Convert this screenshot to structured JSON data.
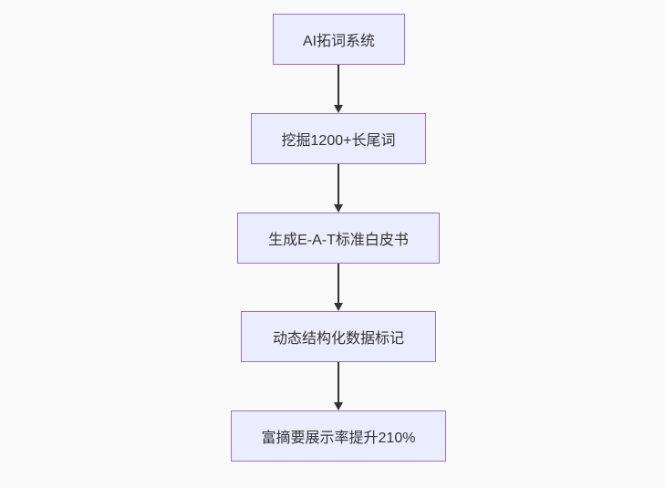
{
  "diagram": {
    "type": "flowchart-top-down",
    "nodes": [
      {
        "id": "n1",
        "label": "AI拓词系统"
      },
      {
        "id": "n2",
        "label": "挖掘1200+长尾词"
      },
      {
        "id": "n3",
        "label": "生成E-A-T标准白皮书"
      },
      {
        "id": "n4",
        "label": "动态结构化数据标记"
      },
      {
        "id": "n5",
        "label": "富摘要展示率提升210%"
      }
    ],
    "edges": [
      {
        "from": "n1",
        "to": "n2"
      },
      {
        "from": "n2",
        "to": "n3"
      },
      {
        "from": "n3",
        "to": "n4"
      },
      {
        "from": "n4",
        "to": "n5"
      }
    ],
    "colors": {
      "node_fill": "#ECECFF",
      "node_border": "#9370DB",
      "node_text": "#333333",
      "arrow": "#333333",
      "background": "#fafafa"
    }
  }
}
